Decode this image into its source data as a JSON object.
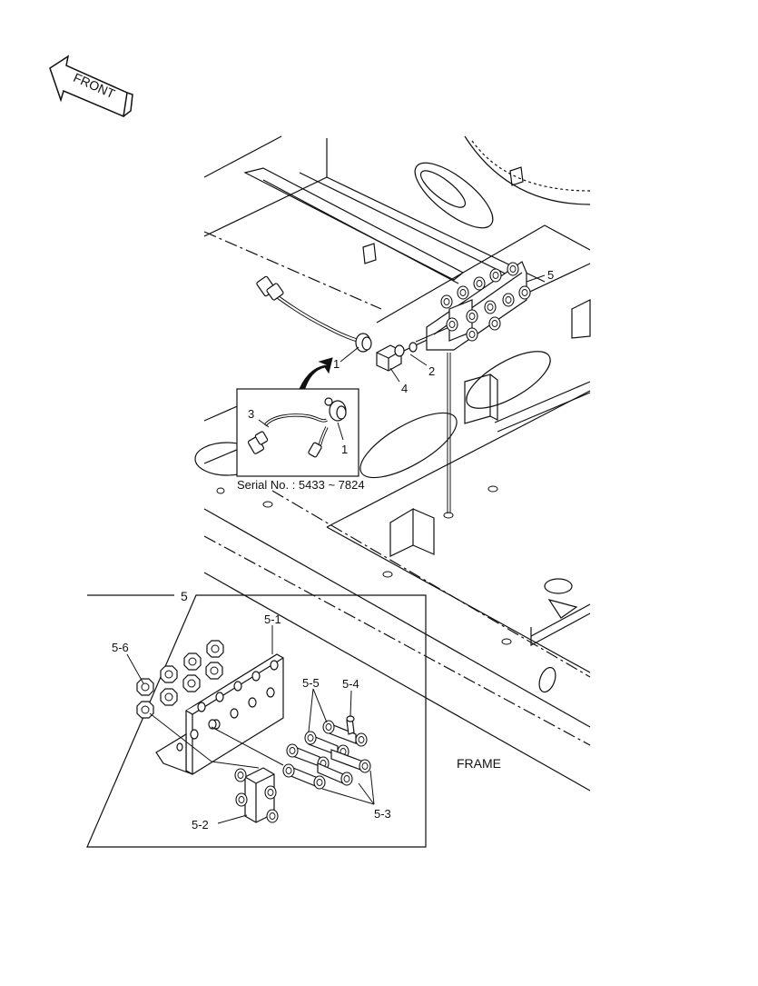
{
  "front_arrow": {
    "text": "FRONT"
  },
  "callouts": {
    "main_sensor": "1",
    "washer": "2",
    "adapter": "4",
    "manifold": "5",
    "inset_harness": "3",
    "inset_sensor": "1"
  },
  "serial_note": "Serial No. : 5433 ~ 7824",
  "detail": {
    "title": "5",
    "labels": {
      "bracket": "5-1",
      "tee": "5-2",
      "connectors": "5-3",
      "elbow": "5-4",
      "fitting": "5-5",
      "nuts": "5-6"
    }
  },
  "frame_label": "FRAME"
}
